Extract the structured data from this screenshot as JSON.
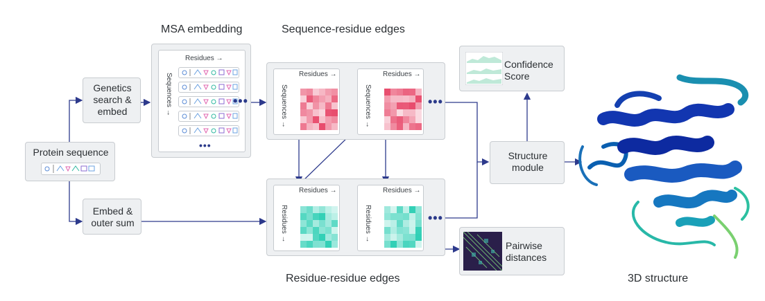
{
  "titles": {
    "msa": "MSA embedding",
    "seq_res": "Sequence-residue edges",
    "res_res": "Residue-residue edges",
    "structure3d": "3D structure"
  },
  "boxes": {
    "protein": "Protein sequence",
    "genetics": "Genetics search & embed",
    "embed_outer": "Embed & outer sum",
    "structure_module": "Structure module",
    "confidence": "Confidence Score",
    "pairwise": "Pairwise distances"
  },
  "axis_labels": {
    "residues": "Residues →",
    "sequences": "Sequences →",
    "residues_down": "Residues →"
  },
  "ellipsis": "•••",
  "colors": {
    "arrow": "#2d3a8c",
    "red_heat": "#e84a6b",
    "teal_heat": "#2fcfb5",
    "protein_blue": "#1b3fb5"
  }
}
